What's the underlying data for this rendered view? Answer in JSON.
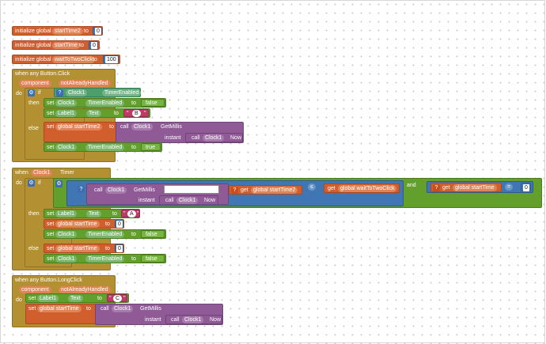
{
  "kw": {
    "init_global": "initialize global",
    "to": "to",
    "when_any_button_click": "when any Button.Click",
    "when_any_button_longclick": "when any Button.LongClick",
    "when": "when",
    "timer": "Timer",
    "component": "component",
    "notAlreadyHandled": "notAlreadyHandled",
    "do": "do",
    "if": "if",
    "then": "then",
    "else": "else",
    "set": "set",
    "call": "call",
    "get": "get",
    "GetMillis": "GetMillis",
    "instant": "instant",
    "Now": "Now",
    "and": "and",
    "quote_open": "\"",
    "quote_close": "\""
  },
  "vars": {
    "startTime2": "startTime2",
    "startTime": "startTime",
    "waitToTwoClick": "waitToTwoClick",
    "g_startTime2": "global startTime2",
    "g_startTime": "global startTime",
    "g_waitToTwoClick": "global waitToTwoClick"
  },
  "comps": {
    "clock1": "Clock1",
    "label1": "Label1"
  },
  "props": {
    "TimerEnabled": "TimerEnabled",
    "Text": "Text"
  },
  "vals": {
    "zero": "0",
    "hundred": "100",
    "false": "false",
    "true": "true",
    "B": "B",
    "A": "A",
    "C": "C",
    "op_le": "≤",
    "op_eq": "="
  }
}
